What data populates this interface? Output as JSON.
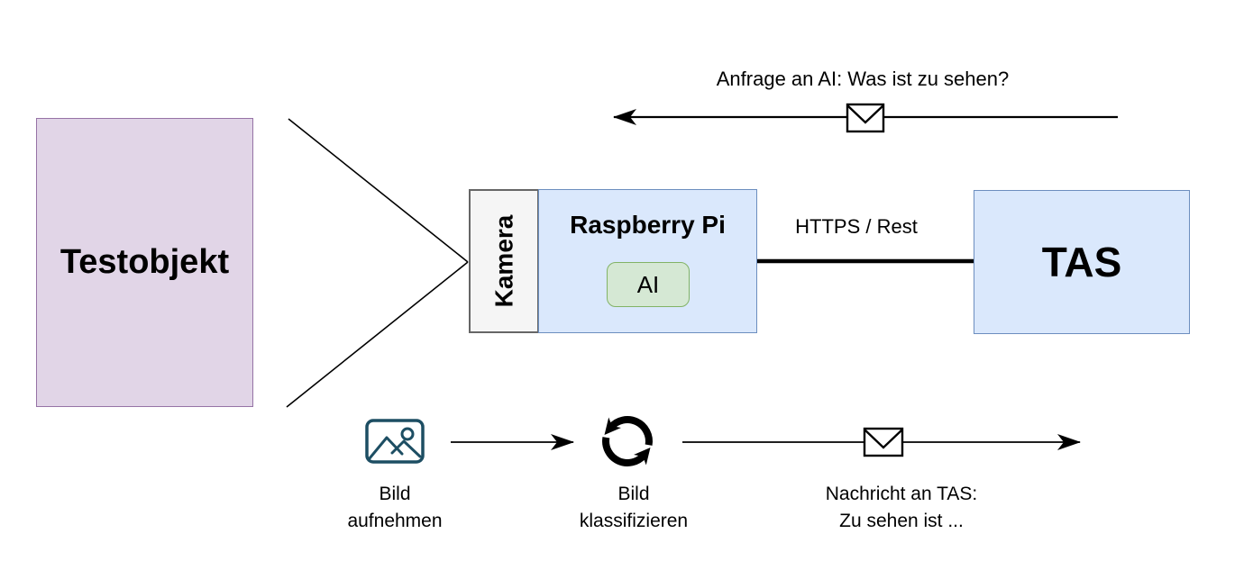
{
  "diagram": {
    "background_color": "#FFFFFF",
    "messages": {
      "request_to_ai": "Anfrage an AI: Was ist zu sehen?"
    },
    "nodes": {
      "testobjekt": {
        "label": "Testobjekt",
        "fill": "#E1D5E7",
        "stroke": "#9673A6"
      },
      "kamera": {
        "label": "Kamera",
        "fill": "#F5F5F5",
        "stroke": "#666666"
      },
      "raspberry_pi": {
        "label": "Raspberry Pi",
        "fill": "#DAE8FC",
        "stroke": "#6C8EBF"
      },
      "ai": {
        "label": "AI",
        "fill": "#D5E8D4",
        "stroke": "#82B366"
      },
      "tas": {
        "label": "TAS",
        "fill": "#DAE8FC",
        "stroke": "#6C8EBF"
      }
    },
    "connections": {
      "https_rest_label": "HTTPS / Rest"
    },
    "process_steps": [
      {
        "icon": "image-icon",
        "label_line1": "Bild",
        "label_line2": "aufnehmen"
      },
      {
        "icon": "sync-icon",
        "label_line1": "Bild",
        "label_line2": "klassifizieren"
      },
      {
        "icon": "envelope-icon",
        "label_line1": "Nachricht an TAS:",
        "label_line2": "Zu sehen ist ..."
      }
    ],
    "icons": {
      "image_icon_color": "#1D4E63",
      "line_color": "#000000",
      "envelope_fill": "#FFFFFF"
    }
  }
}
